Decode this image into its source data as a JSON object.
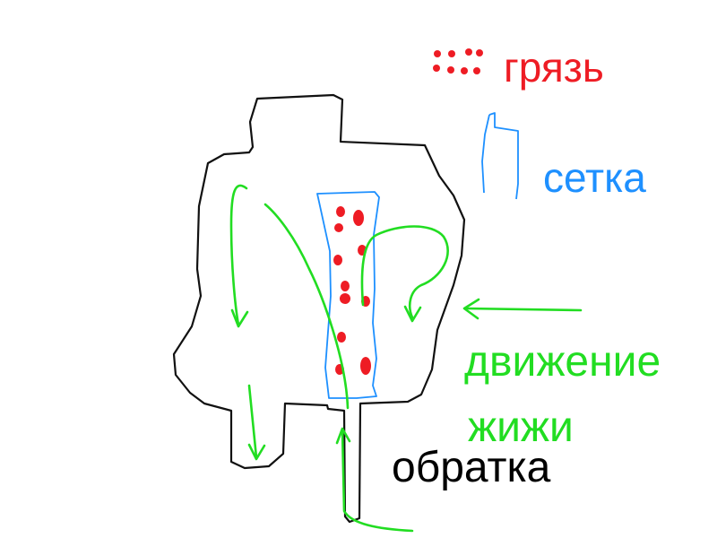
{
  "colors": {
    "outline": "#111111",
    "dirt": "#ee1c24",
    "mesh": "#1e90ff",
    "flow": "#22dd22",
    "return_text": "#000000"
  },
  "legend": {
    "dirt_label": "грязь",
    "mesh_label": "сетка"
  },
  "labels": {
    "flow_line1": "движение",
    "flow_line2": "жижи",
    "return_label": "обратка"
  },
  "icons": {
    "dirt_symbol": "red-dots-icon",
    "mesh_symbol": "mesh-outline-icon"
  }
}
